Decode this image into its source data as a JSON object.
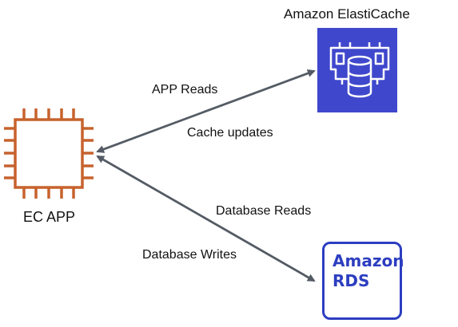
{
  "nodes": {
    "elasticache": {
      "title": "Amazon ElastiCache",
      "icon": "elasticache-memory-icon",
      "color": "#3f48cc"
    },
    "ec_app": {
      "title": "EC APP",
      "icon": "ec2-chip-icon",
      "color": "#c7622d"
    },
    "rds": {
      "line1": "Amazon",
      "line2": "RDS",
      "icon": "rds-logo-icon",
      "color": "#2c3ec0"
    }
  },
  "edges": {
    "app_reads": "APP Reads",
    "cache_updates": "Cache updates",
    "database_reads": "Database Reads",
    "database_writes": "Database Writes"
  },
  "connector_color": "#545b64"
}
